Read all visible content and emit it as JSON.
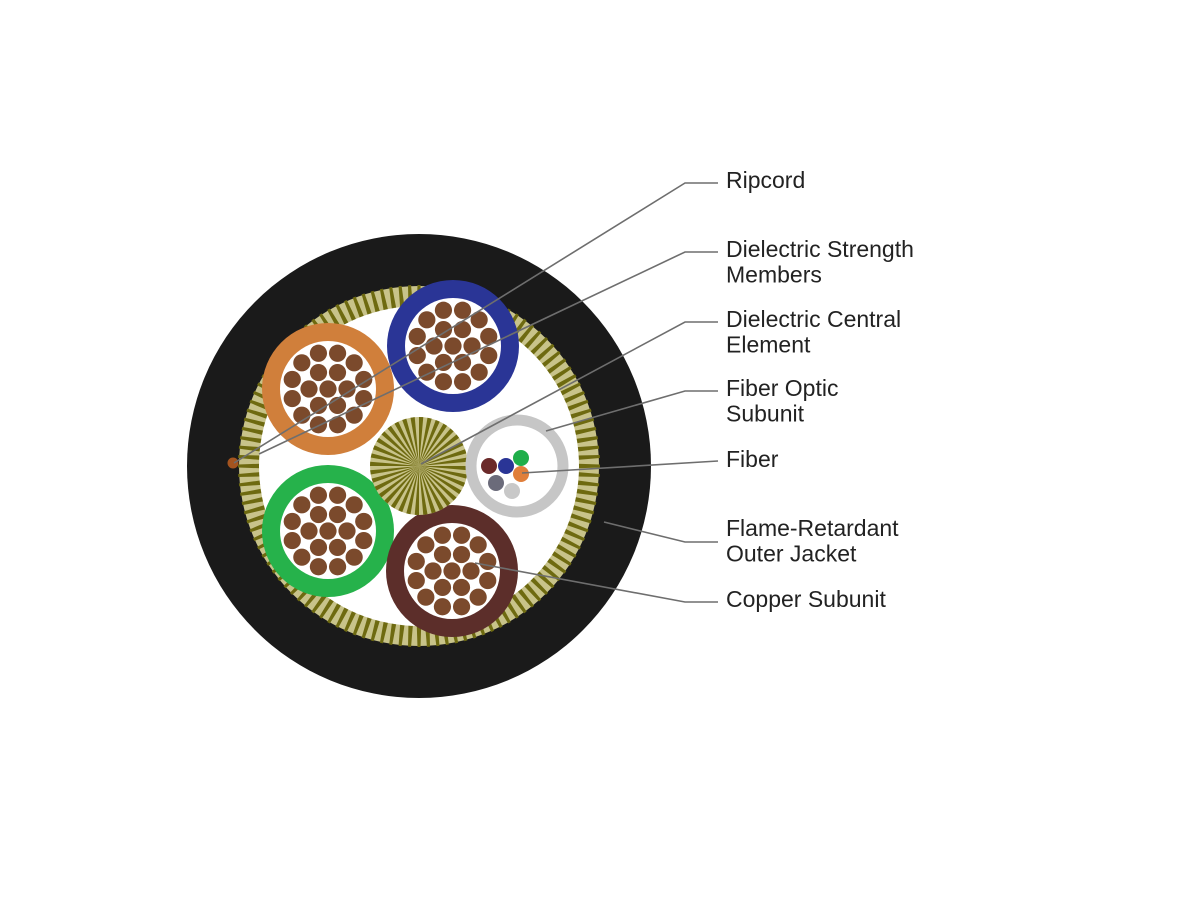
{
  "colors": {
    "jacket": "#1a1a1a",
    "strength_dark": "#6e6a10",
    "strength_light": "#c8c38a",
    "filler": "#ffffff",
    "copper": "#7b4a2c",
    "orange_jacket": "#d07f3b",
    "blue_jacket": "#2a3596",
    "green_jacket": "#26b24b",
    "brown_jacket": "#5c2e2a",
    "fiber_tube": "#c6c6c6",
    "ripcord": "#a4541f",
    "leader_line": "#6e6e6e",
    "text": "#222222"
  },
  "fiber_colors": [
    "#6b2a2a",
    "#2a3596",
    "#1fae4a",
    "#6b6b7a",
    "#e07f3b",
    "#c8c8c8"
  ],
  "subunits": [
    {
      "name": "orange-copper-subunit",
      "color": "orange_jacket"
    },
    {
      "name": "blue-copper-subunit",
      "color": "blue_jacket"
    },
    {
      "name": "green-copper-subunit",
      "color": "green_jacket"
    },
    {
      "name": "brown-copper-subunit",
      "color": "brown_jacket"
    }
  ],
  "labels": [
    {
      "id": "ripcord",
      "lines": [
        "Ripcord"
      ]
    },
    {
      "id": "dielectric-strength-members",
      "lines": [
        "Dielectric Strength",
        "Members"
      ]
    },
    {
      "id": "dielectric-central-element",
      "lines": [
        "Dielectric Central",
        "Element"
      ]
    },
    {
      "id": "fiber-optic-subunit",
      "lines": [
        "Fiber Optic",
        "Subunit"
      ]
    },
    {
      "id": "fiber",
      "lines": [
        "Fiber"
      ]
    },
    {
      "id": "flame-retardant-outer-jacket",
      "lines": [
        "Flame-Retardant",
        "Outer Jacket"
      ]
    },
    {
      "id": "copper-subunit",
      "lines": [
        "Copper Subunit"
      ]
    }
  ]
}
